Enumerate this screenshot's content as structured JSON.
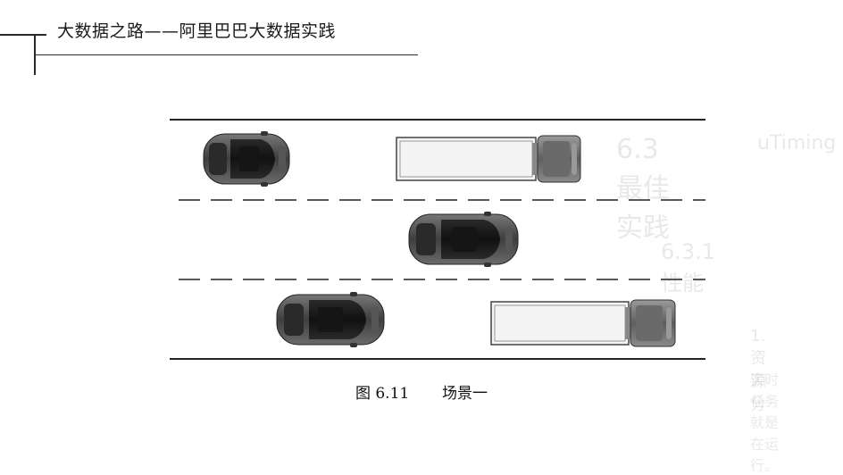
{
  "header": {
    "running_title": "大数据之路——阿里巴巴大数据实践"
  },
  "figure": {
    "caption_number": "图 6.11",
    "caption_text": "场景一",
    "vehicles": [
      {
        "kind": "car",
        "lane": 1
      },
      {
        "kind": "truck",
        "lane": 1
      },
      {
        "kind": "car",
        "lane": 2
      },
      {
        "kind": "car",
        "lane": 3
      },
      {
        "kind": "truck",
        "lane": 3
      }
    ],
    "lane_count": 3
  },
  "bleed_through": {
    "section": "6.3　最佳实践",
    "subsection": "6.3.1　性能",
    "term": "uTiming",
    "item": "1. 资源分",
    "body": "实时任务就是在运行。"
  },
  "colors": {
    "ink": "#1a1a1a",
    "car_body": "#4a4a4a",
    "truck_box": "#f2f2f2",
    "truck_cab": "#6f6f6f"
  }
}
